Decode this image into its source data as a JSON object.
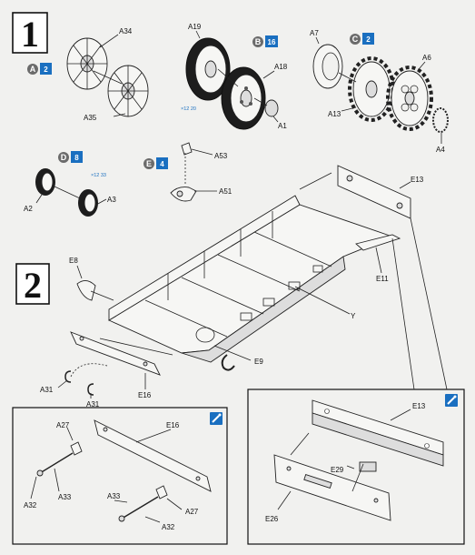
{
  "steps": [
    {
      "number": "1"
    },
    {
      "number": "2"
    }
  ],
  "badges": [
    {
      "letter": "A",
      "qty": "2"
    },
    {
      "letter": "B",
      "qty": "16"
    },
    {
      "letter": "C",
      "qty": "2"
    },
    {
      "letter": "D",
      "qty": "8"
    },
    {
      "letter": "E",
      "qty": "4"
    }
  ],
  "sub_notes": [
    {
      "text": "×12 20"
    },
    {
      "text": "×12 33"
    }
  ],
  "part_labels": {
    "a34": "A34",
    "a35": "A35",
    "a19": "A19",
    "a18": "A18",
    "a1": "A1",
    "a7": "A7",
    "a6": "A6",
    "a13_top": "A13",
    "a4": "A4",
    "a2": "A2",
    "a3": "A3",
    "a53": "A53",
    "a51": "A51",
    "e13_main": "E13",
    "e8": "E8",
    "e11": "E11",
    "y": "Y",
    "e9": "E9",
    "a31_left": "A31",
    "a31_right": "A31",
    "e16_main": "E16",
    "a27_left": "A27",
    "e16_detail": "E16",
    "a32_left": "A32",
    "a33_left": "A33",
    "a33_right": "A33",
    "a27_right": "A27",
    "a32_right": "A32",
    "e13_detail": "E13",
    "e29": "E29",
    "e26": "E26"
  },
  "colors": {
    "badge_gray": "#6b6b6b",
    "qty_blue": "#1a6fc0",
    "paper": "#f1f1ef"
  },
  "icons": [
    "glue-brush-icon",
    "glue-brush-icon"
  ]
}
